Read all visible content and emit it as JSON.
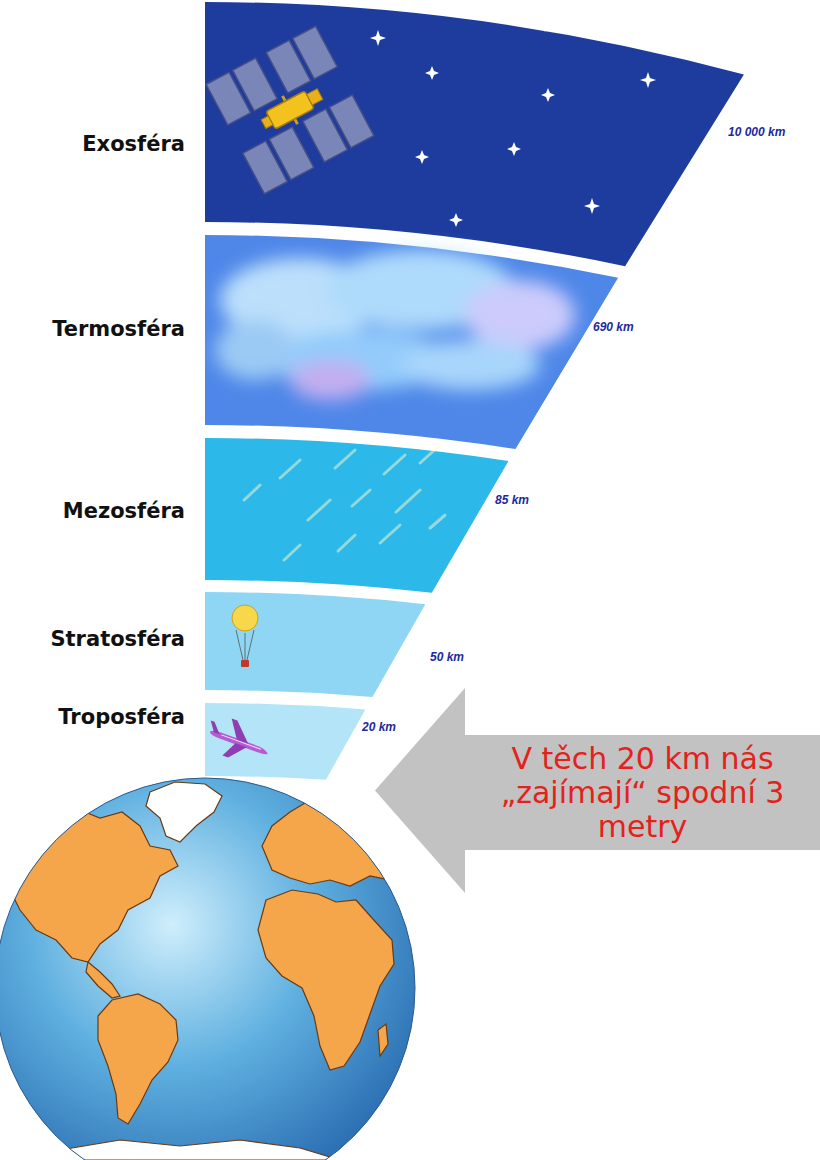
{
  "diagram": {
    "nodes": [
      {
        "text": [
          "Exosféra",
          "10 000 km"
        ]
      },
      {
        "text": [
          "Termosféra",
          "690 km"
        ]
      },
      {
        "text": [
          "Mezosféra",
          "85 km"
        ]
      },
      {
        "text": [
          "Stratosféra",
          "50 km"
        ]
      },
      {
        "text": [
          "Troposféra",
          "20 km"
        ]
      },
      {
        "text": [
          "V těch 20 km nás „zajímají“ spodní 3 metry"
        ]
      }
    ]
  }
}
